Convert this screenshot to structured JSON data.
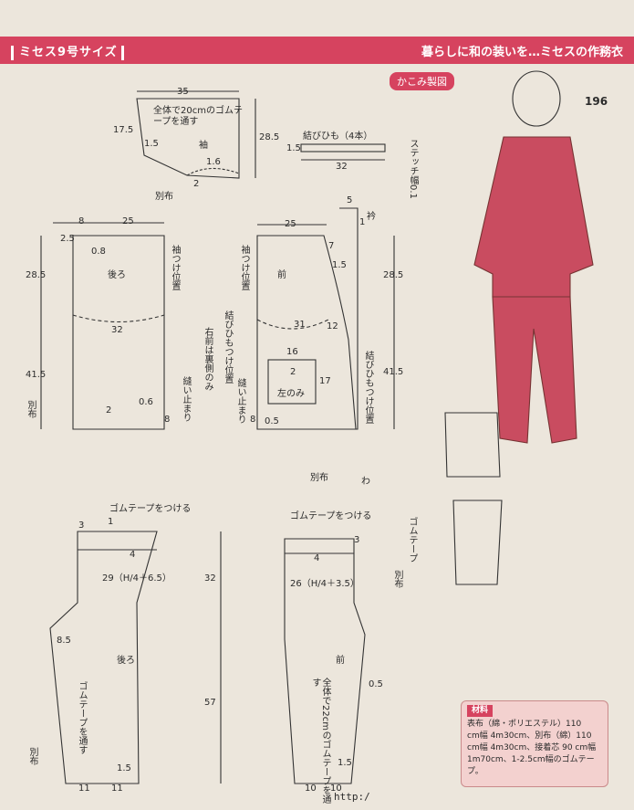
{
  "header": {
    "left_title": "ミセス9号サイズ",
    "right_title": "暮らしに和の装いを…ミセスの作務衣"
  },
  "badge": "かこみ製図",
  "page_number": "196",
  "sleeve": {
    "width": "35",
    "height": "28.5",
    "side": "17.5",
    "tag": "袖",
    "note": "全体で20cmのゴムテープを通す",
    "n1": "1.5",
    "n2": "1.6",
    "n3": "2",
    "bias": "別布"
  },
  "tie": {
    "label": "結びひも（4本）",
    "length": "32",
    "w": "1.5"
  },
  "stitch_note": "ステッチ幅0.1",
  "collar": {
    "tag": "衿",
    "n": "5",
    "n2": "1"
  },
  "back_top": {
    "w1": "8",
    "w2": "25",
    "tag": "後ろ",
    "upper": "28.5",
    "lower": "41.5",
    "hem": "32",
    "n25": "2.5",
    "n08": "0.8",
    "n06": "0.6",
    "n8": "8",
    "n2": "2",
    "sleeve_pos": "袖つけ位置",
    "slit": "縫い止まり",
    "bias": "別布"
  },
  "front_top": {
    "w": "25",
    "tag": "前",
    "upper": "28.5",
    "lower": "41.5",
    "n31": "31",
    "n15": "1.5",
    "n7": "7",
    "n12": "12",
    "n16": "16",
    "n17": "17",
    "n2": "2",
    "n8": "8",
    "n05": "0.5",
    "pocket": "左のみ",
    "sleeve_pos": "袖つけ位置",
    "tie_pos": "結びひもつけ位置",
    "inside": "右前は裏側のみ",
    "slit": "縫い止まり",
    "tie_pos2": "結びひもつけ位置",
    "bias": "別布",
    "fold": "わ"
  },
  "pants_back": {
    "elastic": "ゴムテープをつける",
    "tag": "後ろ",
    "formula": "29（H/4＋6.5）",
    "upper": "32",
    "lower": "57",
    "n3": "3",
    "n1": "1",
    "n4": "4",
    "n85": "8.5",
    "hem1": "11",
    "hem2": "11",
    "note": "ゴムテープを通す",
    "bias": "別布",
    "n15": "1.5"
  },
  "pants_front": {
    "elastic": "ゴムテープをつける",
    "tag": "前",
    "formula": "26（H/4＋3.5）",
    "n3": "3",
    "n4": "4",
    "n05": "0.5",
    "n15": "1.5",
    "hem1": "10",
    "hem2": "10",
    "note": "全体で22cmのゴムテープを通す",
    "elastic2": "ゴムテープ",
    "bias": "別布"
  },
  "materials": {
    "title": "材料",
    "l1": "表布（綿・ポリエステル）110",
    "l2": "cm幅 4m30cm、別布（綿）110",
    "l3": "cm幅 4m30cm、接着芯 90 cm幅",
    "l4": "1m70cm、1-2.5cm幅のゴムテープ。"
  },
  "url": "http:/"
}
